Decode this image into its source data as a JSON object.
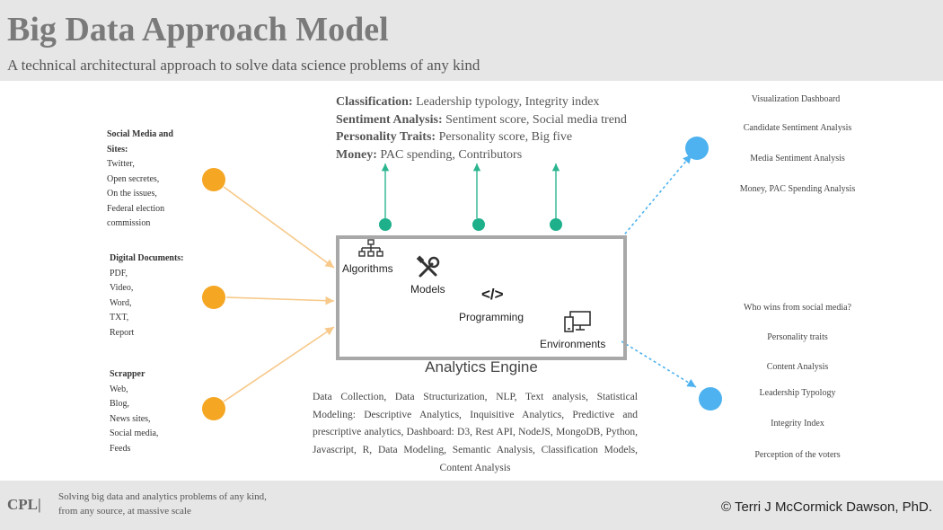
{
  "header": {
    "title": "Big Data Approach Model",
    "subtitle": "A technical architectural approach to solve data science problems of any kind"
  },
  "sources": [
    {
      "heading_line1": "Social Media  and",
      "heading_line2": "Sites:",
      "items": [
        "Twitter,",
        "Open secretes,",
        "On the issues,",
        "Federal election",
        "commission"
      ]
    },
    {
      "heading": "Digital Documents:",
      "items": [
        "PDF,",
        "Video,",
        "Word,",
        "TXT,",
        "Report"
      ]
    },
    {
      "heading": "Scrapper",
      "items": [
        "Web,",
        "Blog,",
        "News sites,",
        "Social media,",
        "Feeds"
      ]
    }
  ],
  "analysis": [
    {
      "label": "Classification:",
      "text": " Leadership typology, Integrity index"
    },
    {
      "label": "Sentiment Analysis:",
      "text": " Sentiment score, Social media trend"
    },
    {
      "label": "Personality Traits:",
      "text": " Personality score, Big five"
    },
    {
      "label": "Money:",
      "text": " PAC spending, Contributors"
    }
  ],
  "engine": {
    "label": "Analytics Engine",
    "components": [
      "Algorithms",
      "Models",
      "Programming",
      "Environments"
    ]
  },
  "technologies": "Data Collection, Data Structurization, NLP, Text analysis, Statistical Modeling: Descriptive Analytics, Inquisitive Analytics, Predictive and prescriptive analytics, Dashboard: D3, Rest API, NodeJS, MongoDB, Python, Javascript, R, Data Modeling, Semantic Analysis, Classification Models, Content Analysis",
  "outputs_top": [
    "Visualization Dashboard",
    "Candidate Sentiment Analysis",
    "Media Sentiment Analysis",
    "Money, PAC Spending Analysis"
  ],
  "outputs_bottom": [
    "Who wins from social media?",
    "Personality traits",
    "Content Analysis",
    "Leadership Typology",
    "Integrity Index",
    "Perception of the voters"
  ],
  "footer": {
    "cpl": "CPL|",
    "tagline": "Solving big data and analytics problems of any kind, from any source, at massive scale",
    "copyright": "© Terri J McCormick Dawson, PhD."
  },
  "colors": {
    "source_node": "#f5a623",
    "output_node": "#4db2ef",
    "analysis_node": "#1db08a",
    "connector_orange": "#f7c98a",
    "connector_blue": "#4db2ef",
    "connector_green": "#2ab58f",
    "engine_border": "#a8a8a8"
  },
  "icons": {
    "algorithms": "flowchart-icon",
    "models": "tools-icon",
    "programming": "code-icon",
    "environments": "devices-icon"
  }
}
